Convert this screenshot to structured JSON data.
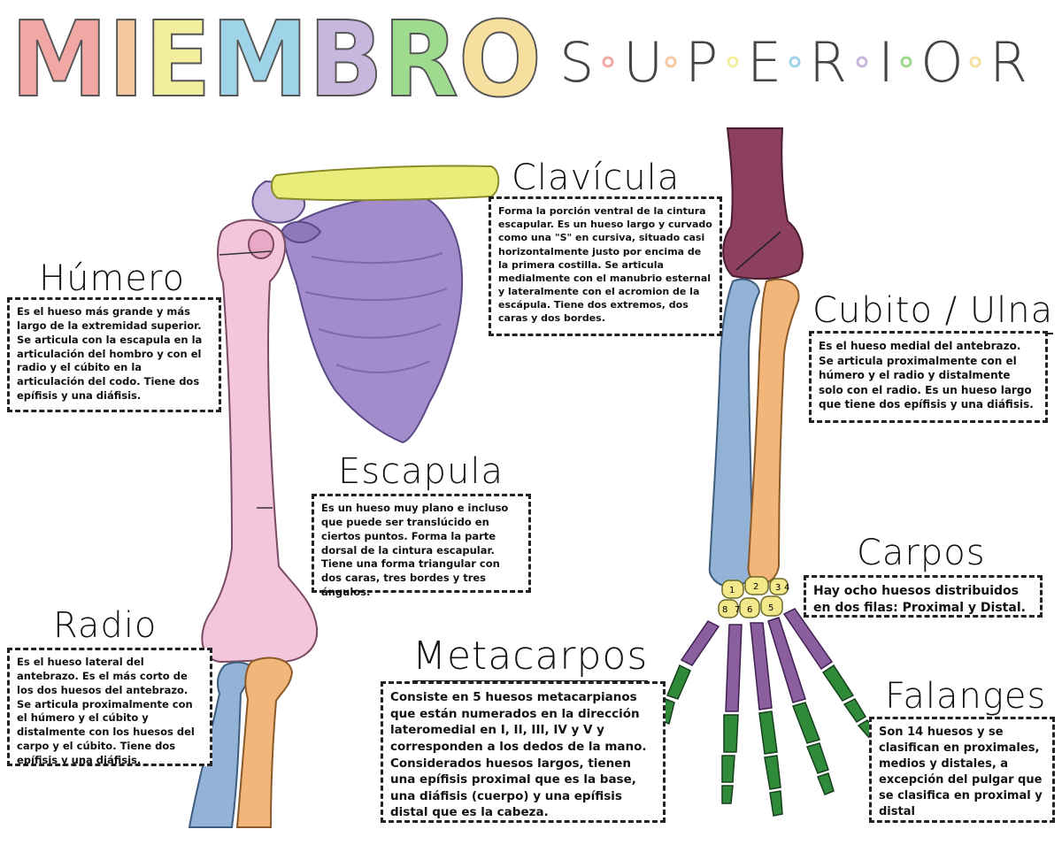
{
  "title": {
    "main": "MIEMBRO",
    "sub_letters": [
      "S",
      "U",
      "P",
      "E",
      "R",
      "I",
      "O",
      "R"
    ]
  },
  "colors": {
    "title_M": "#f1a7a3",
    "title_I": "#f5c9a0",
    "title_E": "#f2ee9e",
    "title_M2": "#9fd3e8",
    "title_B": "#c8b7dd",
    "title_R": "#9edb8e",
    "title_O": "#f7dfa0",
    "clavicula": "#e9ee7a",
    "escapula": "#a28ccc",
    "humero": "#f3c6dc",
    "radio": "#93b3d6",
    "cubito": "#f2b57a",
    "carpos": "#f4e98a",
    "metacarpos": "#8b5e9e",
    "falanges": "#2f8a3a",
    "humero_distal": "#8c3f5f"
  },
  "sections": {
    "humero": {
      "label": "Húmero",
      "text": "Es el hueso más grande y más largo de la extremidad superior. Se articula con la escapula  en la articulación del hombro y con el radio y el cúbito en la articulación del codo. Tiene dos epífisis y una diáfisis."
    },
    "clavicula": {
      "label": "Clavícula",
      "text": "Forma la porción ventral de la cintura escapular. Es un hueso largo y curvado como una \"S\" en cursiva, situado casi horizontalmente justo por encima de la primera costilla. Se articula medialmente con el manubrio esternal y lateralmente con el acromion de la escápula. Tiene dos extremos, dos caras y dos bordes."
    },
    "cubito": {
      "label": "Cubito / Ulna",
      "text": "Es el hueso medial del antebrazo. Se articula proximalmente con el húmero y el radio y distalmente solo con el radio. Es un hueso largo que tiene dos epífisis y una diáfisis."
    },
    "escapula": {
      "label": "Escapula",
      "text": "Es un hueso muy plano e incluso que puede ser translúcido en ciertos puntos. Forma la parte dorsal de la cintura escapular. Tiene una forma triangular con dos caras, tres bordes y tres ángulos."
    },
    "carpos": {
      "label": "Carpos",
      "text": "Hay ocho huesos distribuidos en dos filas: Proximal y Distal."
    },
    "radio": {
      "label": "Radio",
      "text": "Es el hueso lateral del antebrazo. Es el más corto de los dos huesos del antebrazo. Se articula proximalmente con el húmero y el cúbito y distalmente con los huesos del carpo y el cúbito. Tiene dos epífisis y una diáfisis."
    },
    "metacarpos": {
      "label": "Metacarpos",
      "text": "Consiste en 5 huesos metacarpianos que están numerados en la dirección lateromedial en I, II, III, IV y V y corresponden a los dedos de la mano. Considerados huesos largos, tienen una epífisis proximal que es la base, una diáfisis (cuerpo) y una epífisis distal que es la cabeza."
    },
    "falanges": {
      "label": "Falanges",
      "text": "Son 14 huesos y se clasifican en proximales, medios y distales, a excepción del pulgar que se clasifica en proximal y distal"
    }
  },
  "carpal_numbers": [
    "1",
    "2",
    "3",
    "4",
    "5",
    "6",
    "7",
    "8"
  ]
}
